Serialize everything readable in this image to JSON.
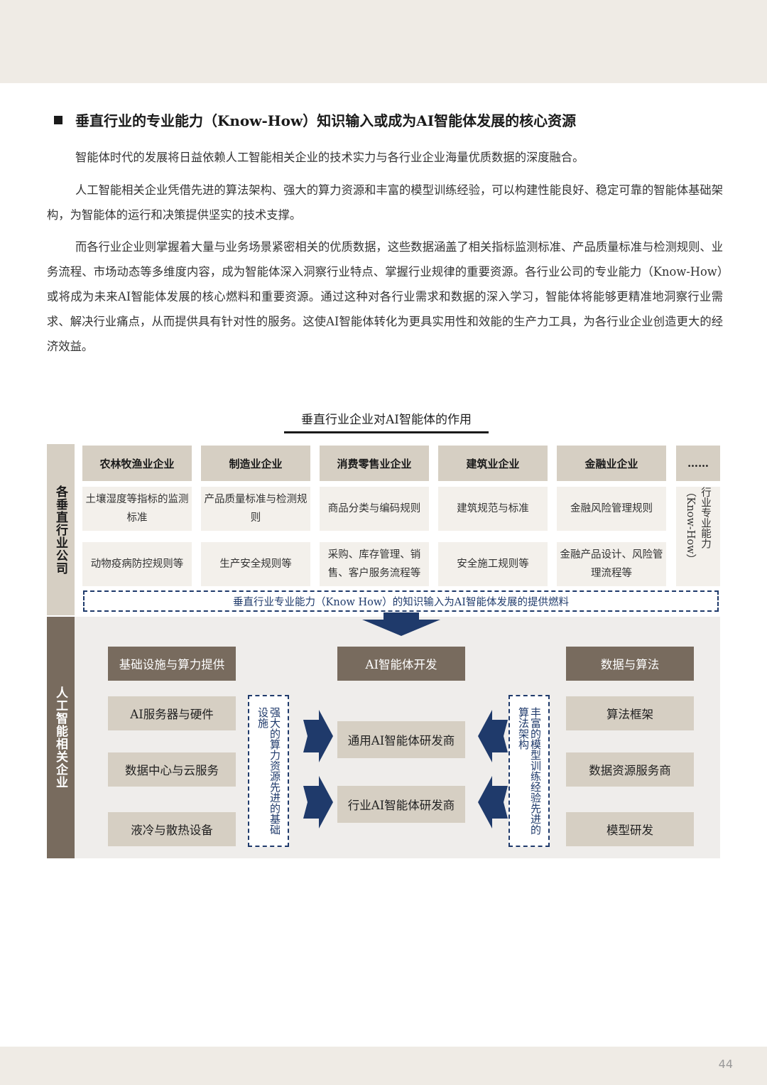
{
  "heading": "垂直行业的专业能力（Know-How）知识输入或成为AI智能体发展的核心资源",
  "paragraphs": [
    "智能体时代的发展将日益依赖人工智能相关企业的技术实力与各行业企业海量优质数据的深度融合。",
    "人工智能相关企业凭借先进的算法架构、强大的算力资源和丰富的模型训练经验，可以构建性能良好、稳定可靠的智能体基础架构，为智能体的运行和决策提供坚实的技术支撑。",
    "而各行业企业则掌握着大量与业务场景紧密相关的优质数据，这些数据涵盖了相关指标监测标准、产品质量标准与检测规则、业务流程、市场动态等多维度内容，成为智能体深入洞察行业特点、掌握行业规律的重要资源。各行业公司的专业能力（Know-How）或将成为未来AI智能体发展的核心燃料和重要资源。通过这种对各行业需求和数据的深入学习，智能体将能够更精准地洞察行业需求、解决行业痛点，从而提供具有针对性的服务。这使AI智能体转化为更具实用性和效能的生产力工具，为各行业企业创造更大的经济效益。"
  ],
  "diagram": {
    "title": "垂直行业企业对AI智能体的作用",
    "side_top": "各垂直行业公司",
    "side_bottom": "人工智能相关企业",
    "industries": [
      {
        "name": "农林牧渔业企业",
        "row1": "土壤湿度等指标的监测标准",
        "row2": "动物疫病防控规则等"
      },
      {
        "name": "制造业企业",
        "row1": "产品质量标准与检测规则",
        "row2": "生产安全规则等"
      },
      {
        "name": "消费零售业企业",
        "row1": "商品分类与编码规则",
        "row2": "采购、库存管理、销售、客户服务流程等"
      },
      {
        "name": "建筑业企业",
        "row1": "建筑规范与标准",
        "row2": "安全施工规则等"
      },
      {
        "name": "金融业企业",
        "row1": "金融风险管理规则",
        "row2": "金融产品设计、风险管理流程等"
      }
    ],
    "ellipsis": "……",
    "knowhow_label": "行业专业能力（Know-How）",
    "fuel_bar": "垂直行业专业能力（Know How）的知识输入为AI智能体发展的提供燃料",
    "left_header": "基础设施与算力提供",
    "left_items": [
      "AI服务器与硬件",
      "数据中心与云服务",
      "液冷与散热设备"
    ],
    "left_dash": "强大的算力资源先进的基础设施",
    "center_header": "AI智能体开发",
    "center_items": [
      "通用AI智能体研发商",
      "行业AI智能体研发商"
    ],
    "right_dash": "丰富的模型训练经验先进的算法架构",
    "right_header": "数据与算法",
    "right_items": [
      "算法框架",
      "数据资源服务商",
      "模型研发"
    ],
    "colors": {
      "dark": "#786b5e",
      "light": "#d6cfc3",
      "navy": "#1f3a6b"
    }
  },
  "page_number": "44"
}
